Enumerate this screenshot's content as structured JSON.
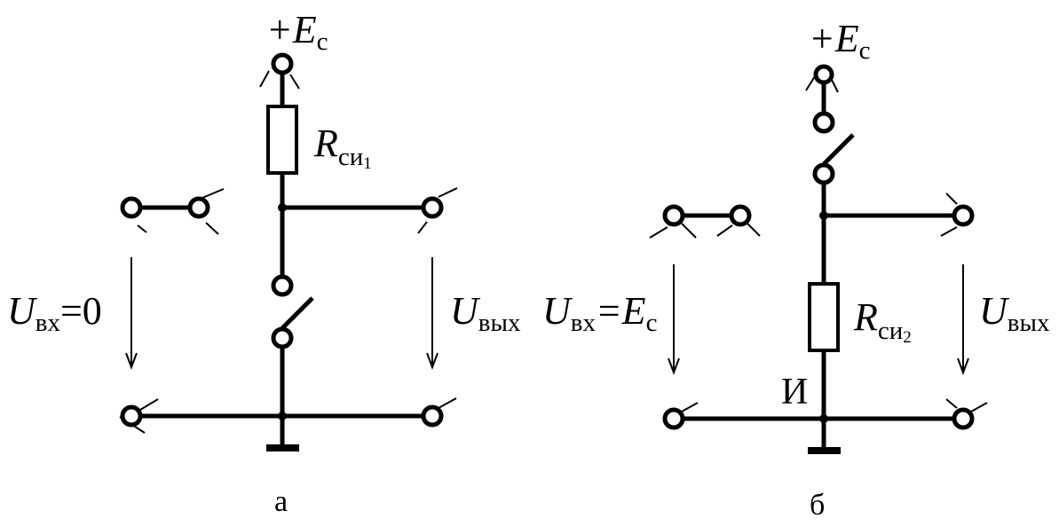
{
  "panel_a": {
    "supply_label": "+E",
    "supply_sub": "с",
    "resistor_label": "R",
    "resistor_sub": "си",
    "resistor_index": "1",
    "input_U": "U",
    "input_sub": "вх",
    "input_value": "=0",
    "output_U": "U",
    "output_sub": "вых",
    "caption": "а"
  },
  "panel_b": {
    "supply_label": "+E",
    "supply_sub": "с",
    "resistor_label": "R",
    "resistor_sub": "си",
    "resistor_index": "2",
    "input_U": "U",
    "input_sub": "вх",
    "input_eq": "=E",
    "input_eq_sub": "с",
    "output_U": "U",
    "output_sub": "вых",
    "source_label": "И",
    "caption": "б"
  }
}
